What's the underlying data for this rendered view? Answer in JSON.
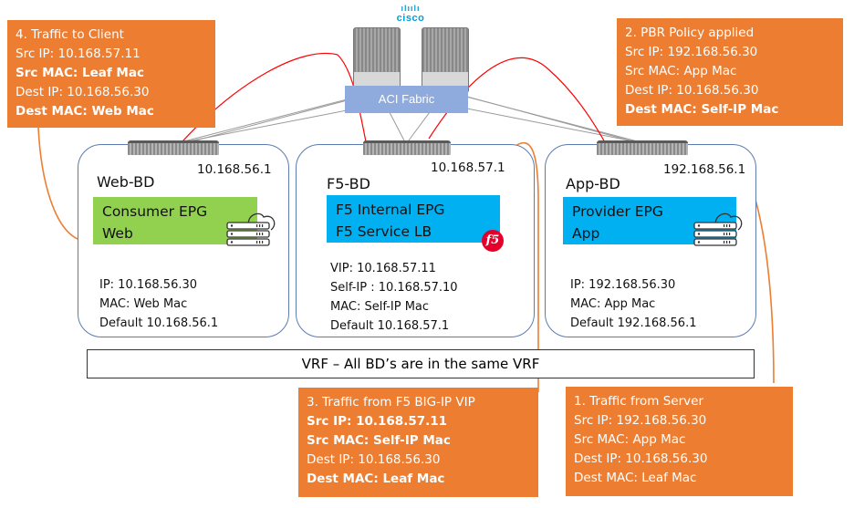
{
  "vendor_logo": "cisco",
  "fabric_label": "ACI Fabric",
  "vrf_label": "VRF – All BD’s are in the same VRF",
  "callouts": [
    {
      "step": "4. Traffic to Client",
      "lines": [
        "Src IP: 10.168.57.11",
        "Src MAC: Leaf Mac",
        "Dest IP: 10.168.56.30",
        "Dest MAC: Web Mac"
      ],
      "bold": [
        false,
        true,
        false,
        true
      ]
    },
    {
      "step": "2. PBR Policy applied",
      "lines": [
        "Src IP: 192.168.56.30",
        "Src MAC: App Mac",
        "Dest IP: 10.168.56.30",
        "Dest MAC: Self-IP Mac"
      ],
      "bold": [
        false,
        false,
        false,
        true
      ]
    },
    {
      "step": "3. Traffic from F5 BIG-IP VIP",
      "lines": [
        "Src IP: 10.168.57.11",
        "Src MAC: Self-IP Mac",
        "Dest IP: 10.168.56.30",
        "Dest MAC: Leaf Mac"
      ],
      "bold": [
        true,
        true,
        false,
        true
      ]
    },
    {
      "step": "1. Traffic from Server",
      "lines": [
        "Src IP: 192.168.56.30",
        "Src MAC: App Mac",
        "Dest IP: 10.168.56.30",
        "Dest MAC: Leaf Mac"
      ],
      "bold": [
        false,
        false,
        false,
        false
      ]
    }
  ],
  "bridge_domains": [
    {
      "name": "Web-BD",
      "gateway": "10.168.56.1",
      "epg": [
        "Consumer EPG",
        "Web"
      ],
      "epg_color": "#92d050",
      "info": [
        "IP: 10.168.56.30",
        "MAC: Web Mac",
        "Default 10.168.56.1"
      ],
      "icon": "server-cloud-icon"
    },
    {
      "name": "F5-BD",
      "gateway": "10.168.57.1",
      "epg": [
        "F5 Internal EPG",
        "F5 Service LB"
      ],
      "epg_color": "#00b0f0",
      "info": [
        "VIP: 10.168.57.11",
        "Self-IP : 10.168.57.10",
        "MAC: Self-IP Mac",
        "Default 10.168.57.1"
      ],
      "icon": "f5-logo-icon"
    },
    {
      "name": "App-BD",
      "gateway": "192.168.56.1",
      "epg": [
        "Provider EPG",
        "App"
      ],
      "epg_color": "#00b0f0",
      "info": [
        "IP: 192.168.56.30",
        "MAC: App Mac",
        "Default 192.168.56.1"
      ],
      "icon": "server-cloud-icon"
    }
  ],
  "colors": {
    "callout": "#ed7d31",
    "flow_line": "#ff0000",
    "fabric": "#8faadc",
    "bd_border": "#5b7bb0"
  }
}
